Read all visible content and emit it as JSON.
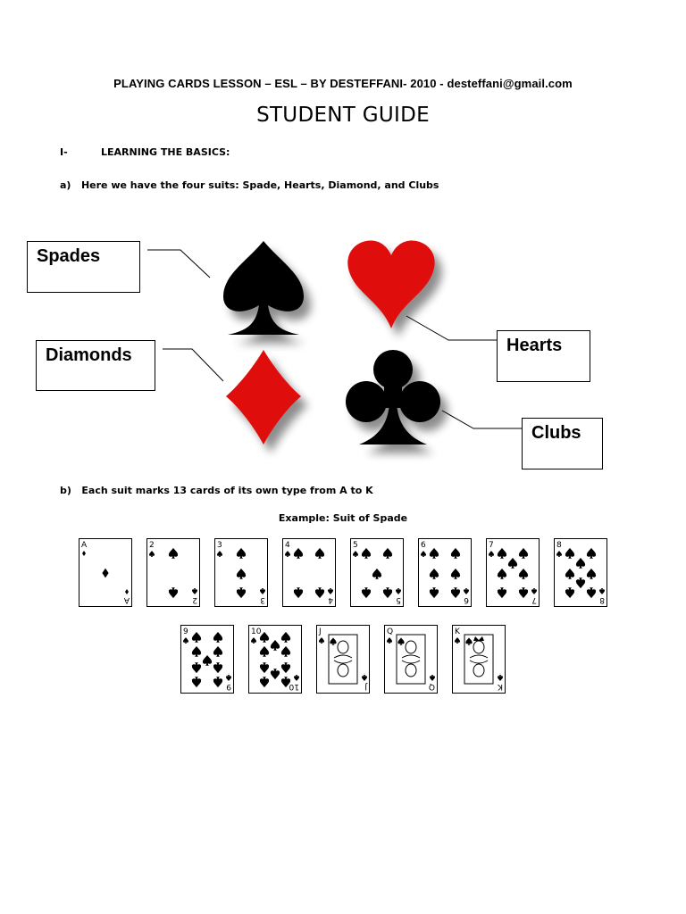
{
  "header": "PLAYING CARDS LESSON – ESL – BY DESTEFFANI- 2010 - desteffani@gmail.com",
  "title": "STUDENT GUIDE",
  "section1": {
    "number": "I-",
    "heading": "LEARNING THE BASICS:"
  },
  "item_a": "a)   Here we have the four suits: Spade, Hearts, Diamond, and Clubs",
  "labels": {
    "spades": "Spades",
    "hearts": "Hearts",
    "diamonds": "Diamonds",
    "clubs": "Clubs"
  },
  "item_b": "b)   Each suit marks 13 cards of its own type from A to K",
  "example": "Example:  Suit of Spade",
  "cards": [
    "A",
    "2",
    "3",
    "4",
    "5",
    "6",
    "7",
    "8",
    "9",
    "10",
    "J",
    "Q",
    "K"
  ],
  "colors": {
    "red": "#e01010",
    "black": "#000000"
  }
}
